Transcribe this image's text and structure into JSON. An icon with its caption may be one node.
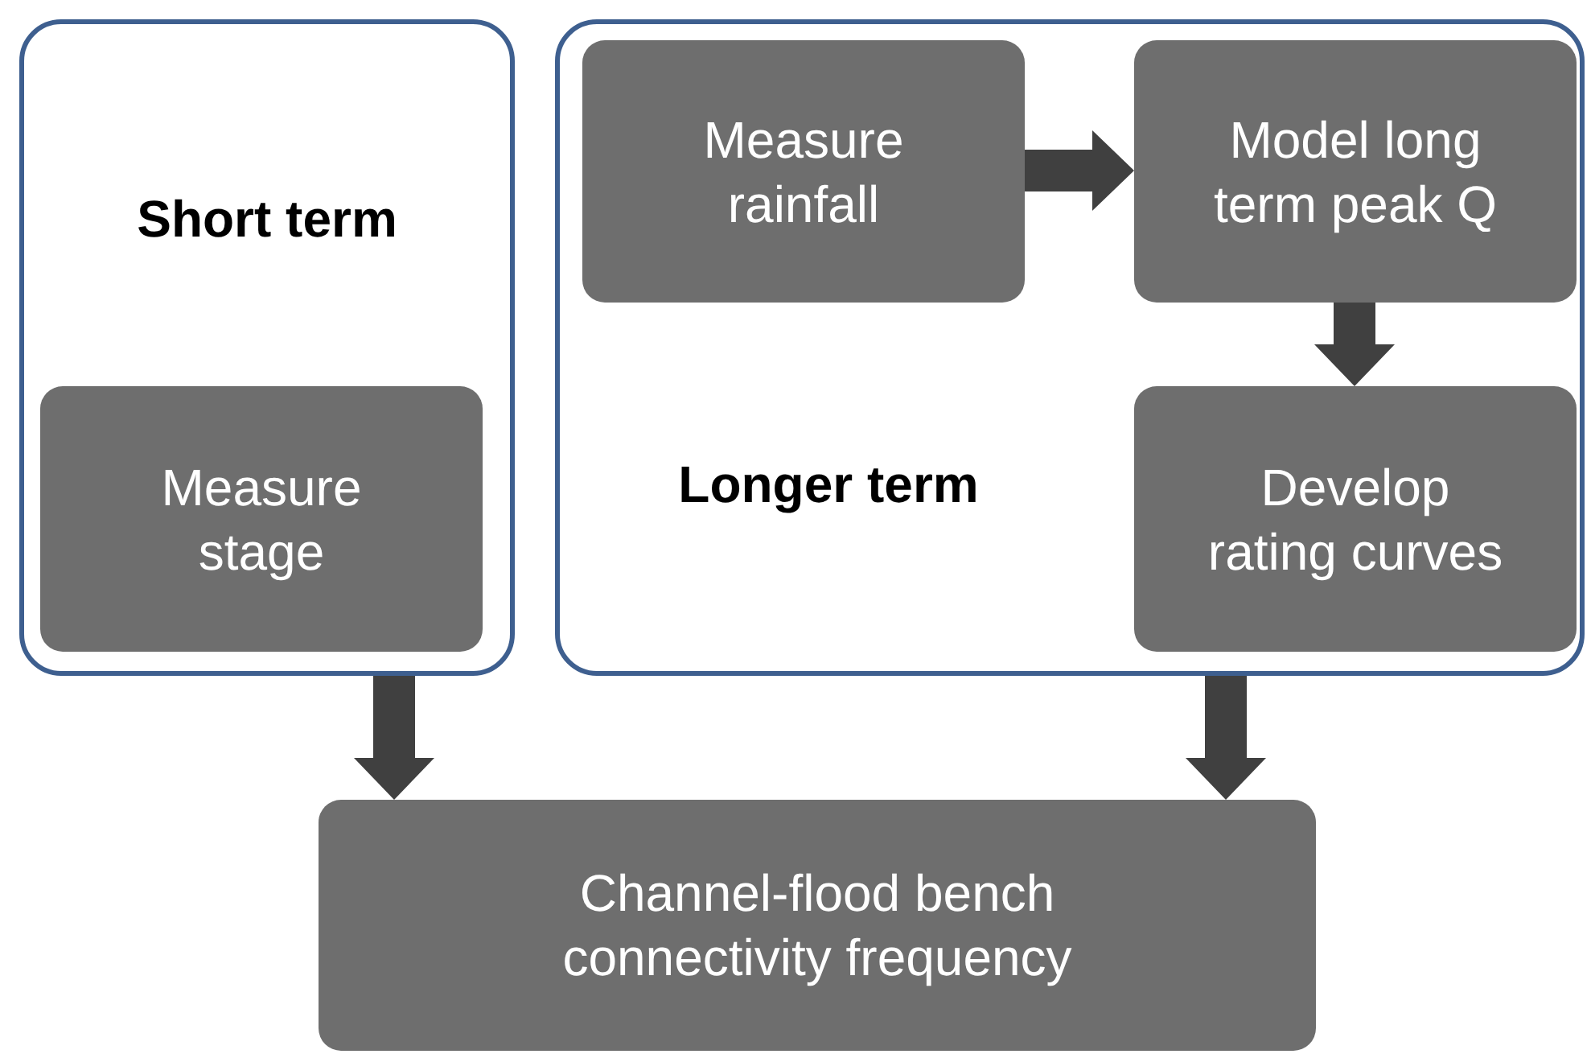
{
  "diagram": {
    "nodes": [
      {
        "text": [
          "Short term"
        ]
      },
      {
        "text": [
          "Measure stage"
        ],
        "in": 0
      },
      {
        "text": [
          "Longer term"
        ]
      },
      {
        "text": [
          "Measure rainfall"
        ],
        "in": 2
      },
      {
        "text": [
          "Model long term peak Q"
        ],
        "in": 2
      },
      {
        "text": [
          "Develop rating curves"
        ],
        "in": 2
      },
      {
        "text": [
          "Channel-flood bench connectivity frequency"
        ]
      }
    ],
    "edges": [
      {
        "from": 3,
        "to": 4,
        "arrow": "to"
      },
      {
        "from": 4,
        "to": 5,
        "arrow": "to"
      },
      {
        "from": 0,
        "to": 6,
        "arrow": "to"
      },
      {
        "from": 2,
        "to": 6,
        "arrow": "to"
      }
    ]
  }
}
